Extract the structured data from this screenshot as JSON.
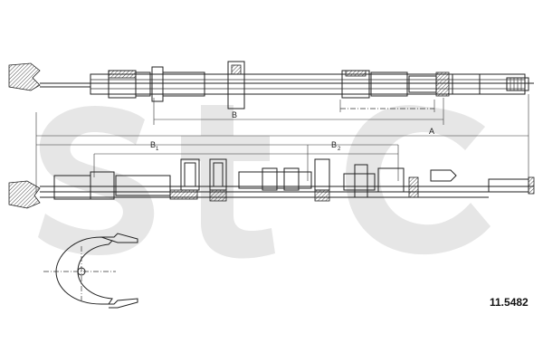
{
  "drawing": {
    "part_number": "11.5482",
    "watermark": "stc",
    "dimensions": {
      "A": "A",
      "B": "B",
      "B1": "B",
      "B1_sub": "1",
      "B2": "B",
      "B2_sub": "2"
    }
  },
  "colors": {
    "line": "#222222",
    "watermark": "#e6e6e6",
    "background": "#ffffff"
  }
}
